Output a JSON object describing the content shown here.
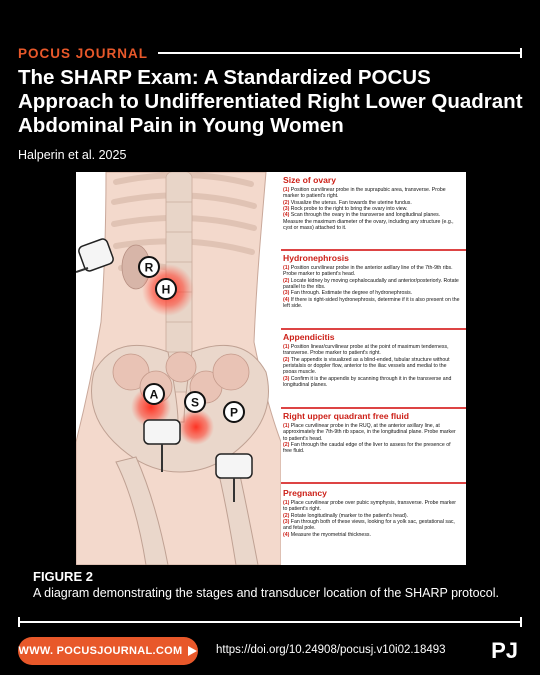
{
  "header": {
    "journal": "POCUS JOURNAL",
    "title": "The SHARP Exam: A Standardized POCUS Approach to Undifferentiated Right Lower Quadrant Abdominal Pain in Young Women",
    "authors": "Halperin et al. 2025"
  },
  "figure": {
    "markers": {
      "R": "R",
      "H": "H",
      "A": "A",
      "S": "S",
      "P": "P"
    },
    "sections": [
      {
        "title": "Size of ovary",
        "steps": [
          {
            "n": "(1)",
            "t": "Position curvilinear probe in the suprapubic area, transverse. Probe marker to patient's right."
          },
          {
            "n": "(2)",
            "t": "Visualize the uterus. Fan towards the uterine fundus."
          },
          {
            "n": "(3)",
            "t": "Rock probe to the right to bring the ovary into view."
          },
          {
            "n": "(4)",
            "t": "Scan through the ovary in the transverse and longitudinal planes. Measure the maximum diameter of the ovary, including any structure (e.g., cyst or mass) attached to it."
          }
        ]
      },
      {
        "title": "Hydronephrosis",
        "steps": [
          {
            "n": "(1)",
            "t": "Position curvilinear probe in the anterior axillary line of the 7th-9th ribs. Probe marker to patient's head."
          },
          {
            "n": "(2)",
            "t": "Locate kidney by moving cephalocaudally and anterior/posteriorly. Rotate parallel to the ribs."
          },
          {
            "n": "(3)",
            "t": "Fan through. Estimate the degree of hydronephrosis."
          },
          {
            "n": "(4)",
            "t": "If there is right-sided hydronephrosis, determine if it is also present on the left side."
          }
        ]
      },
      {
        "title": "Appendicitis",
        "steps": [
          {
            "n": "(1)",
            "t": "Position linear/curvilinear probe at the point of maximum tenderness, transverse. Probe marker to patient's right."
          },
          {
            "n": "(2)",
            "t": "The appendix is visualized as a blind-ended, tubular structure without peristalsis or doppler flow, anterior to the iliac vessels and medial to the psoas muscle."
          },
          {
            "n": "(3)",
            "t": "Confirm it is the appendix by scanning through it in the transverse and longitudinal planes."
          }
        ]
      },
      {
        "title": "Right upper quadrant free fluid",
        "steps": [
          {
            "n": "(1)",
            "t": "Place curvilinear probe in the RUQ, at the anterior axillary line, at approximately the 7th-9th rib space, in the longitudinal plane. Probe marker to patient's head."
          },
          {
            "n": "(2)",
            "t": "Fan through the caudal edge of the liver to assess for the presence of free fluid."
          }
        ]
      },
      {
        "title": "Pregnancy",
        "steps": [
          {
            "n": "(1)",
            "t": "Place curvilinear probe over pubic symphysis, transverse. Probe marker to patient's right."
          },
          {
            "n": "(2)",
            "t": "Rotate longitudinally (marker to the patient's head)."
          },
          {
            "n": "(3)",
            "t": "Fan through both of these views, looking for a yolk sac, gestational sac, and fetal pole."
          },
          {
            "n": "(4)",
            "t": "Measure the myometrial thickness."
          }
        ]
      }
    ]
  },
  "caption": {
    "label": "FIGURE 2",
    "text": "A diagram demonstrating the stages and transducer location of the SHARP protocol."
  },
  "footer": {
    "link": "WWW. POCUSJOURNAL.COM",
    "doi": "https://doi.org/10.24908/pocusj.v10i02.18493",
    "logo": "PJ"
  },
  "colors": {
    "accent": "#e8582a",
    "section_red": "#cc1f17"
  }
}
